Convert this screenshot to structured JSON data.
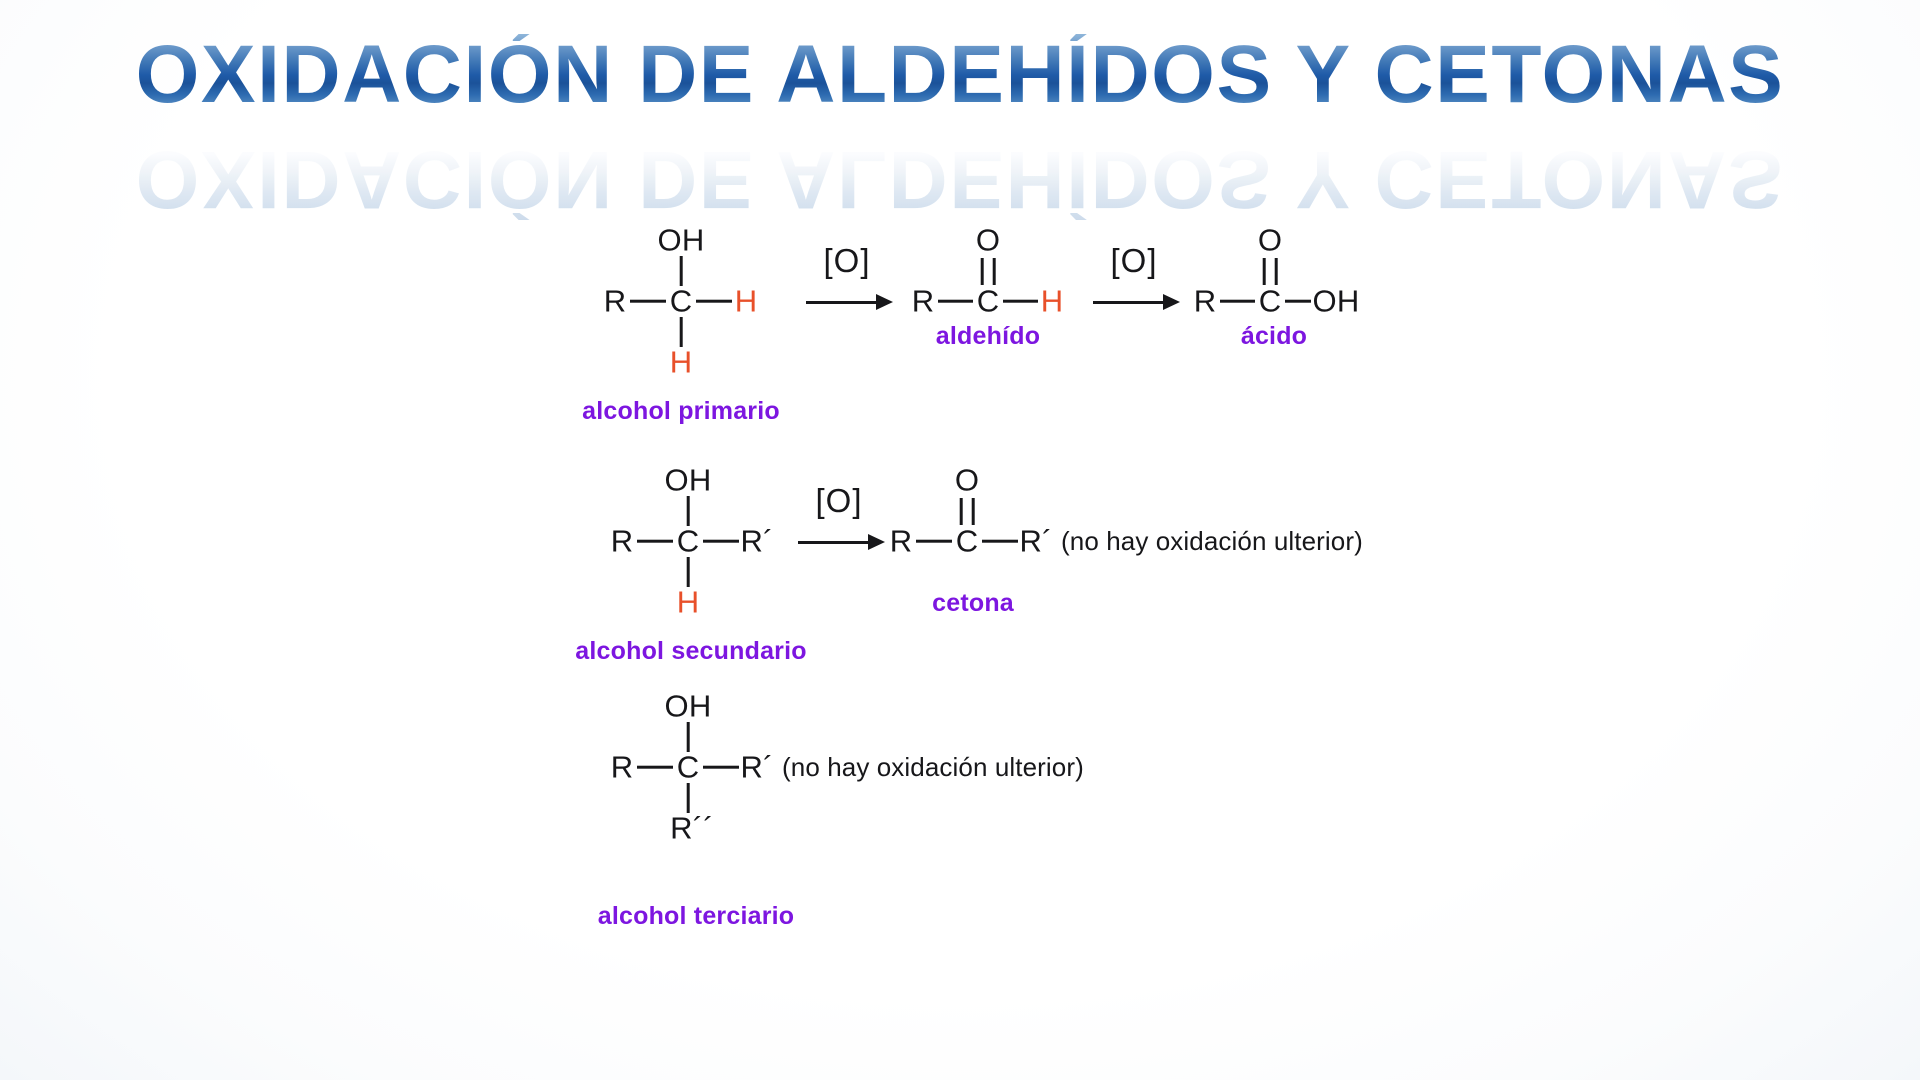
{
  "slide": {
    "title": "OXIDACIÓN DE ALDEHÍDOS Y CETONAS",
    "background_color": "#ffffff",
    "title_color_top": "#8fb6da",
    "title_color_mid": "#1f5ba8",
    "label_color": "#7d16e0",
    "highlight_atom_color": "#e8502a",
    "structure_color": "#17171a"
  },
  "atoms": {
    "R": "R",
    "R_prime": "R´",
    "R_double_prime": "R´´",
    "C": "C",
    "O": "O",
    "H": "H",
    "OH": "OH"
  },
  "reagent": {
    "oxidant": "[O]"
  },
  "rows": [
    {
      "id": "row-primary-alcohol",
      "reactant_label": "alcohol primario",
      "products": [
        {
          "label": "aldehído"
        },
        {
          "label": "ácido"
        }
      ],
      "steps": 2,
      "note": ""
    },
    {
      "id": "row-secondary-alcohol",
      "reactant_label": "alcohol secundario",
      "products": [
        {
          "label": "cetona"
        }
      ],
      "steps": 1,
      "note": "(no hay oxidación ulterior)"
    },
    {
      "id": "row-tertiary-alcohol",
      "reactant_label": "alcohol terciario",
      "products": [],
      "steps": 0,
      "note": "(no hay oxidación ulterior)"
    }
  ]
}
